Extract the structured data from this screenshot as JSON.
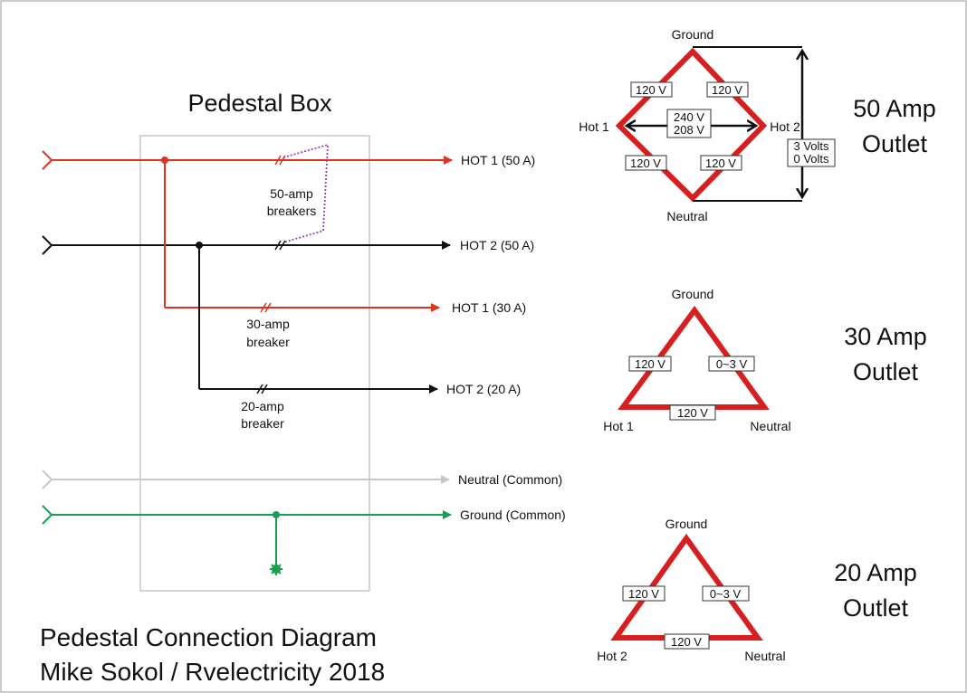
{
  "colors": {
    "hot1": "#e0321f",
    "hot2": "#111111",
    "neutral": "#c8c8c8",
    "ground": "#18a050",
    "breaker_link": "#9b3fb8",
    "outlet": "#d81f1f",
    "box": "#aaaaaa"
  },
  "pedestal": {
    "title": "Pedestal Box",
    "breaker_50": [
      "50-amp",
      "breakers"
    ],
    "breaker_30": [
      "30-amp",
      "breaker"
    ],
    "breaker_20": [
      "20-amp",
      "breaker"
    ],
    "lines": {
      "hot1_50": "HOT 1 (50 A)",
      "hot2_50": "HOT 2 (50 A)",
      "hot1_30": "HOT 1 (30 A)",
      "hot2_20": "HOT 2 (20 A)",
      "neutral": "Neutral (Common)",
      "ground": "Ground (Common)"
    }
  },
  "outlet_50": {
    "title": [
      "50 Amp",
      "Outlet"
    ],
    "ground": "Ground",
    "neutral": "Neutral",
    "hot1": "Hot 1",
    "hot2": "Hot 2",
    "v_top_left": "120 V",
    "v_top_right": "120 V",
    "v_bottom_left": "120 V",
    "v_bottom_right": "120 V",
    "v_hot_hot": [
      "240 V",
      "208 V"
    ],
    "v_ground_neutral": [
      "3 Volts",
      "0 Volts"
    ]
  },
  "outlet_30": {
    "title": [
      "30 Amp",
      "Outlet"
    ],
    "ground": "Ground",
    "hot": "Hot 1",
    "neutral": "Neutral",
    "v_left": "120 V",
    "v_right": "0~3 V",
    "v_bottom": "120 V"
  },
  "outlet_20": {
    "title": [
      "20 Amp",
      "Outlet"
    ],
    "ground": "Ground",
    "hot": "Hot 2",
    "neutral": "Neutral",
    "v_left": "120 V",
    "v_right": "0~3 V",
    "v_bottom": "120 V"
  },
  "footer": {
    "line1": "Pedestal Connection Diagram",
    "line2": "Mike Sokol / Rvelectricity 2018"
  }
}
